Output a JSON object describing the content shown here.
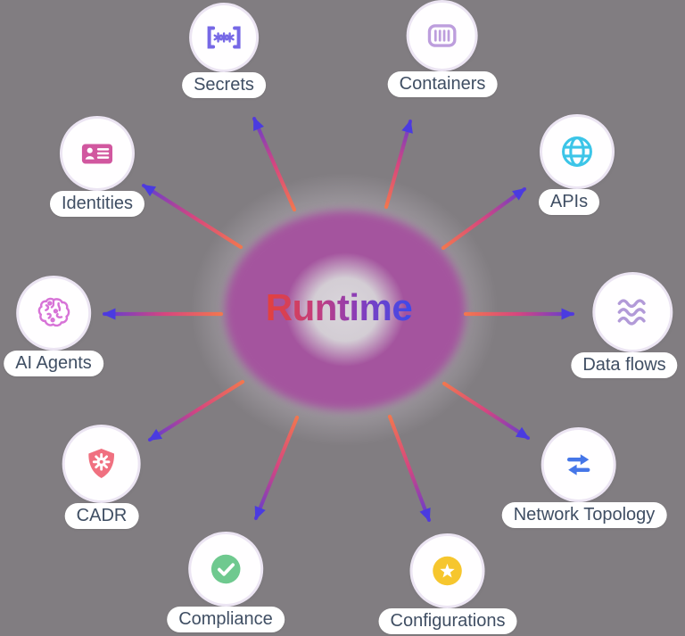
{
  "canvas": {
    "background_color": "#817d81"
  },
  "center": {
    "label": "Runtime",
    "text_gradient": [
      "#e5413a",
      "#c23e7e",
      "#8a3db8",
      "#3a4aec"
    ],
    "blob_color": "#a4549e",
    "core_color": "#d3cdd4",
    "halo_color": "#bab3bc"
  },
  "arrow_style": {
    "tail_color": "#f2764f",
    "mid_color": "#d6467f",
    "head_color": "#4a3be0"
  },
  "label_text_color": "#3f4e63",
  "nodes": [
    {
      "id": "secrets",
      "label": "Secrets",
      "icon": "password-brackets-icon",
      "icon_color": "#7668e6"
    },
    {
      "id": "containers",
      "label": "Containers",
      "icon": "container-icon",
      "icon_color": "#bd9edd"
    },
    {
      "id": "identities",
      "label": "Identities",
      "icon": "id-card-icon",
      "icon_color": "#d1579f"
    },
    {
      "id": "apis",
      "label": "APIs",
      "icon": "globe-icon",
      "icon_color": "#3cc5e8"
    },
    {
      "id": "ai-agents",
      "label": "AI Agents",
      "icon": "brain-circuit-icon",
      "icon_color": "#d773d7"
    },
    {
      "id": "data-flows",
      "label": "Data flows",
      "icon": "waves-icon",
      "icon_color": "#b29ad8"
    },
    {
      "id": "cadr",
      "label": "CADR",
      "icon": "shield-gear-icon",
      "icon_color": "#f07080"
    },
    {
      "id": "network-topology",
      "label": "Network Topology",
      "icon": "swap-arrows-icon",
      "icon_color": "#4576e8"
    },
    {
      "id": "compliance",
      "label": "Compliance",
      "icon": "check-circle-icon",
      "icon_color": "#6fc98f"
    },
    {
      "id": "configurations",
      "label": "Configurations",
      "icon": "star-circle-icon",
      "icon_color": "#f6c62e"
    }
  ],
  "connections": [
    {
      "from": "Runtime",
      "to": "Secrets"
    },
    {
      "from": "Runtime",
      "to": "Containers"
    },
    {
      "from": "Runtime",
      "to": "Identities"
    },
    {
      "from": "Runtime",
      "to": "APIs"
    },
    {
      "from": "Runtime",
      "to": "AI Agents"
    },
    {
      "from": "Runtime",
      "to": "Data flows"
    },
    {
      "from": "Runtime",
      "to": "CADR"
    },
    {
      "from": "Runtime",
      "to": "Network Topology"
    },
    {
      "from": "Runtime",
      "to": "Compliance"
    },
    {
      "from": "Runtime",
      "to": "Configurations"
    }
  ]
}
